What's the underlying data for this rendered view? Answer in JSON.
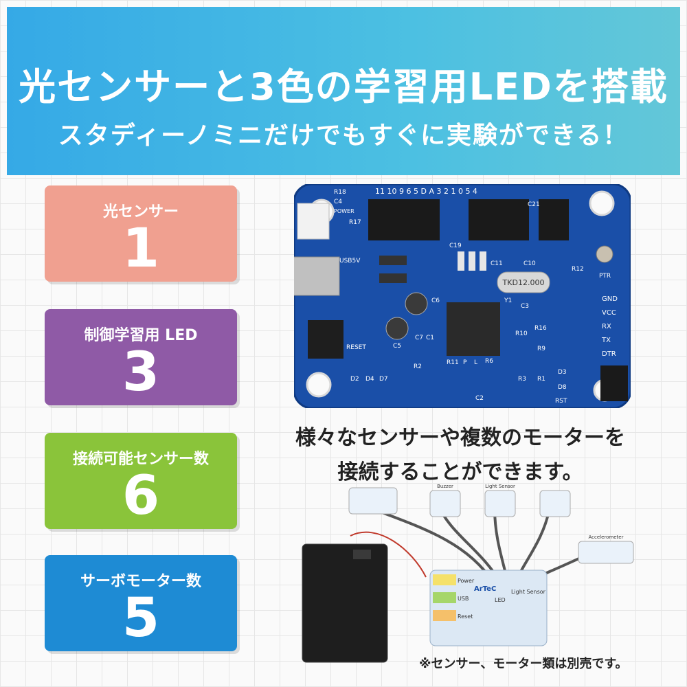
{
  "header": {
    "title": "光センサーと3色の学習用LEDを搭載",
    "subtitle": "スタディーノミニだけでもすぐに実験ができる！"
  },
  "cards": [
    {
      "label": "光センサー",
      "value": "1",
      "color": "#f0a090"
    },
    {
      "label": "制御学習用 LED",
      "value": "3",
      "color": "#8f5aa6"
    },
    {
      "label": "接続可能センサー数",
      "value": "6",
      "color": "#8ac43a"
    },
    {
      "label": "サーボモーター数",
      "value": "5",
      "color": "#1e8bd4"
    }
  ],
  "board": {
    "colors": {
      "pcb": "#1a4fa8",
      "silkscreen": "#ffffff",
      "header": "#1a1a1a"
    },
    "top_pins": "11 10 9 6 5 D  A 3 2 1 0  5 4",
    "right_pins": [
      "GND",
      "VCC",
      "RX",
      "TX",
      "DTR"
    ],
    "labels": [
      "R18",
      "C4",
      "POWER",
      "R17",
      "USB5V",
      "RESET",
      "PTR",
      "TKD12.000",
      "D2",
      "D4",
      "D7",
      "D3",
      "D8",
      "RST",
      "R12",
      "C11",
      "C10",
      "C3",
      "Y1",
      "C6",
      "C5",
      "C19",
      "C21",
      "R16",
      "R10",
      "R9",
      "R11",
      "R6",
      "R2",
      "R3",
      "R1",
      "C2",
      "C7",
      "C1",
      "P",
      "L"
    ]
  },
  "caption": {
    "line1": "様々なセンサーや複数のモーターを",
    "line2": "接続することができます。"
  },
  "kit": {
    "board_labels": [
      "Power",
      "USB",
      "Reset",
      "ArTeC",
      "LED",
      "Light Sensor"
    ],
    "module_labels": [
      "Buzzer",
      "Light Sensor",
      "Accelerometer"
    ]
  },
  "note": "※センサー、モーター類は別売です。"
}
